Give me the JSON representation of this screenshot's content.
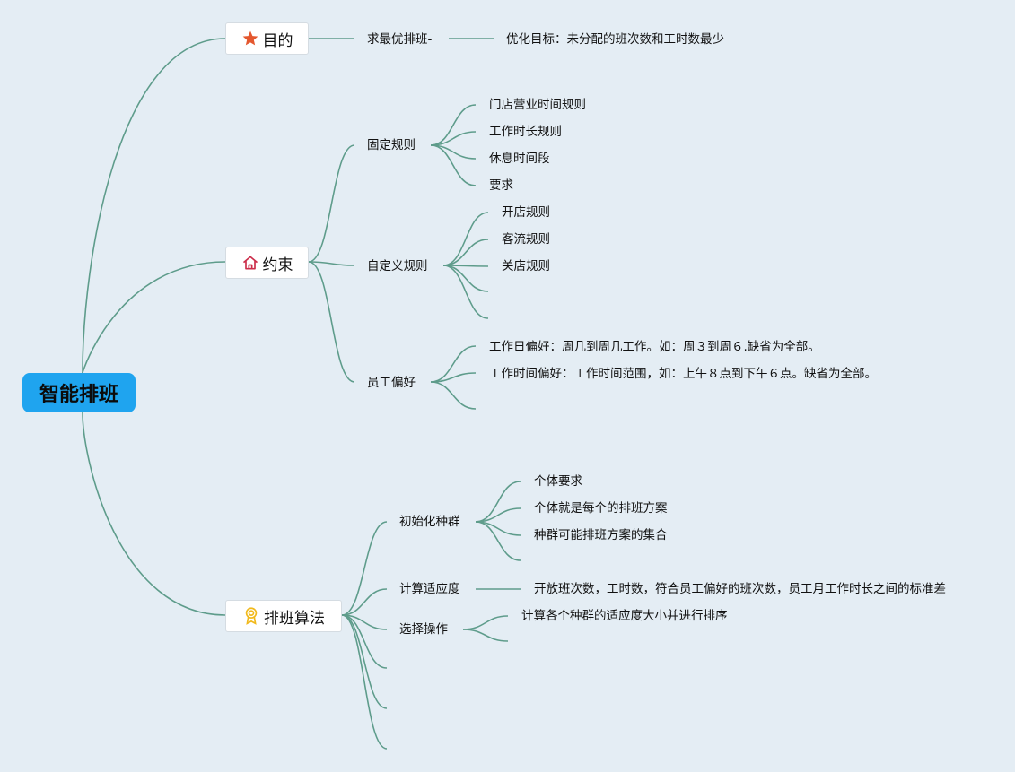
{
  "root": {
    "label": "智能排班"
  },
  "branches": {
    "goal": {
      "label": "目的",
      "icon": "star-icon",
      "icon_color": "#e4572e",
      "item": "求最优排班-",
      "detail": "优化目标：未分配的班次数和工时数最少"
    },
    "constraints": {
      "label": "约束",
      "icon": "house-icon",
      "icon_color": "#cc2d4a",
      "fixed": {
        "label": "固定规则",
        "items": [
          "门店营业时间规则",
          "工作时长规则",
          "休息时间段",
          "要求"
        ]
      },
      "custom": {
        "label": "自定义规则",
        "items": [
          "开店规则",
          "客流规则",
          "关店规则",
          "",
          ""
        ]
      },
      "preference": {
        "label": "员工偏好",
        "items": [
          "工作日偏好：周几到周几工作。如：周３到周６.缺省为全部。",
          "工作时间偏好：工作时间范围，如：上午８点到下午６点。缺省为全部。",
          ""
        ]
      }
    },
    "algorithm": {
      "label": "排班算法",
      "icon": "award-icon",
      "icon_color": "#f1b91b",
      "init": {
        "label": "初始化种群",
        "items": [
          "个体要求",
          "个体就是每个的排班方案",
          "种群可能排班方案的集合",
          ""
        ]
      },
      "fitness": {
        "label": "计算适应度",
        "items": [
          "开放班次数，工时数，符合员工偏好的班次数，员工月工作时长之间的标准差"
        ]
      },
      "select": {
        "label": "选择操作",
        "items": [
          "计算各个种群的适应度大小并进行排序",
          ""
        ]
      },
      "empty_children": [
        "",
        "",
        ""
      ]
    }
  }
}
